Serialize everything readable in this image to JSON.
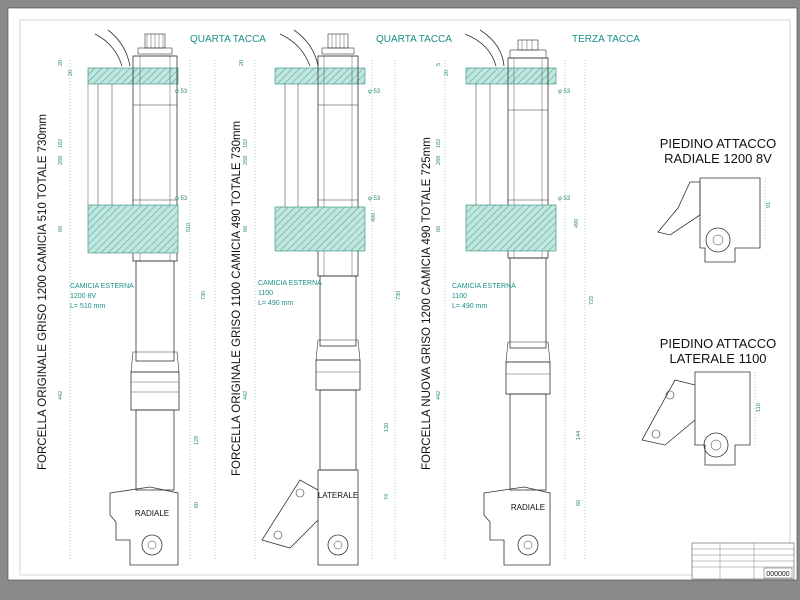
{
  "sheet": {
    "colors": {
      "background": "#8a8a8a",
      "paper": "#ffffff",
      "line": "#333333",
      "dim_green": "#2e8b74",
      "hatch_fill": "#bfe6df",
      "label_teal": "#1a8f88"
    }
  },
  "forks": [
    {
      "notch_label": "QUARTA TACCA",
      "side_title": "FORCELLA ORIGINALE GRISO 1200 CAMICIA 510 TOTALE 730mm",
      "sleeve_note": [
        "CAMICIA ESTERNA",
        "1200 8V",
        "L= 510 mm"
      ],
      "foot_label": "RADIALE",
      "diam_top": "53",
      "diam_mid": "53",
      "dims_left": [
        "20",
        "20",
        "182",
        "268",
        "66",
        "442"
      ],
      "dims_right": [
        "510",
        "730",
        "128",
        "60"
      ]
    },
    {
      "notch_label": "QUARTA TACCA",
      "side_title": "FORCELLA ORIGINALE GRISO 1100 CAMICIA 490 TOTALE 730mm",
      "sleeve_note": [
        "CAMICIA ESTERNA",
        "1100",
        "L= 490 mm"
      ],
      "foot_label": "LATERALE",
      "diam_top": "53",
      "diam_mid": "53",
      "dims_left": [
        "20",
        "182",
        "268",
        "66",
        "442"
      ],
      "dims_right": [
        "490",
        "730",
        "130",
        "74"
      ]
    },
    {
      "notch_label": "TERZA TACCA",
      "side_title": "FORCELLA NUOVA GRISO 1200 CAMICIA 490 TOTALE 725mm",
      "sleeve_note": [
        "CAMICIA ESTERNA",
        "1100",
        "L= 490 mm"
      ],
      "foot_label": "RADIALE",
      "diam_top": "53",
      "diam_mid": "53",
      "dims_left": [
        "5",
        "20",
        "182",
        "268",
        "66",
        "442"
      ],
      "dims_right": [
        "490",
        "725",
        "144",
        "60"
      ]
    }
  ],
  "detail_radial": {
    "title_line1": "PIEDINO ATTACCO",
    "title_line2": "RADIALE 1200 8V",
    "dim": "91"
  },
  "detail_lateral": {
    "title_line1": "PIEDINO ATTACCO",
    "title_line2": "LATERALE 1100",
    "dim": "110"
  },
  "title_block": {
    "drawing_number": "000000"
  }
}
